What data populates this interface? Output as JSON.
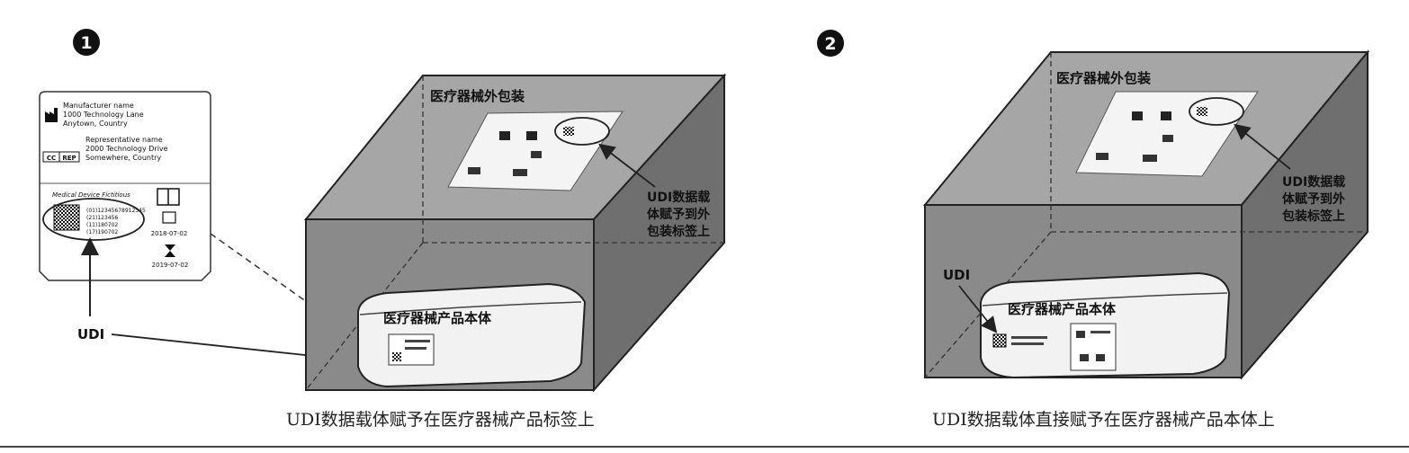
{
  "panel1": {
    "number": "1",
    "outer_package_label": "医疗器械外包装",
    "product_label": "医疗器械产品本体",
    "callout_lines": [
      "UDI数据载",
      "体赋予到外",
      "包装标签上"
    ],
    "udi_label": "UDI",
    "caption": "UDI数据载体赋予在医疗器械产品标签上",
    "label_card": {
      "manufacturer": [
        "Manufacturer name",
        "1000 Technology Lane",
        "Anytown, Country"
      ],
      "representative": [
        "Representative name",
        "2000 Technology Drive",
        "Somewhere, Country"
      ],
      "rep_badge": [
        "CC",
        "REP"
      ],
      "brand": "Medical Device Fictitious",
      "udi_lines": [
        "(01)12345678912345",
        "(21)123456",
        "(11)180702",
        "(17)190702"
      ],
      "date_mfg": "2018-07-02",
      "date_exp": "2019-07-02"
    }
  },
  "panel2": {
    "number": "2",
    "outer_package_label": "医疗器械外包装",
    "product_label": "医疗器械产品本体",
    "callout_lines": [
      "UDI数据载",
      "体赋予到外",
      "包装标签上"
    ],
    "udi_label": "UDI",
    "caption": "UDI数据载体直接赋予在医疗器械产品本体上"
  },
  "colors": {
    "box_front": "#8a8a8a",
    "box_top": "#a6a6a6",
    "box_side": "#6f6f6f",
    "ink": "#1a1a1a"
  }
}
